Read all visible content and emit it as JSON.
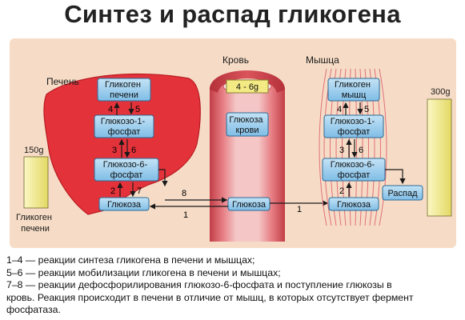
{
  "title": "Синтез и распад гликогена",
  "colors": {
    "panel_bg": "#f6dcc6",
    "liver": "#e4323a",
    "liver_edge": "#b71c22",
    "box_fill": "#8fc8ea",
    "box_edge": "#2b6a95",
    "vessel_dark": "#c33d46",
    "vessel_light": "#f2b9ba",
    "bar_fill": "#f1ec8e",
    "bar_edge": "#6f6a2a"
  },
  "diagram": {
    "liver": {
      "label": "Печень",
      "box_glycogen": [
        "Гликоген",
        "печени"
      ],
      "box_g1p": [
        "Глюкозо-1-",
        "фосфат"
      ],
      "box_g6p": [
        "Глюкозо-6-",
        "фосфат"
      ],
      "box_glucose": "Глюкоза",
      "num_4": "4",
      "num_5": "5",
      "num_3": "3",
      "num_6": "6",
      "num_2": "2",
      "num_7": "7"
    },
    "blood": {
      "label": "Кровь",
      "range": "4 - 6g",
      "box_glucose_blood": [
        "Глюкоза",
        "крови"
      ],
      "box_glucose": "Глюкоза",
      "num_8": "8",
      "num_1_left": "1",
      "num_1_right": "1"
    },
    "muscle": {
      "label": "Мышца",
      "box_glycogen": [
        "Гликоген",
        "мышц"
      ],
      "box_g1p": [
        "Глюкозо-1-",
        "фосфат"
      ],
      "box_g6p": [
        "Глюкозо-6-",
        "фосфат"
      ],
      "box_glucose": "Глюкоза",
      "box_breakdown": "Распад",
      "num_4": "4",
      "num_5": "5",
      "num_3": "3",
      "num_6": "6",
      "num_2": "2"
    },
    "liver_bar": {
      "value_label": "150g",
      "caption": [
        "Гликоген",
        "печени"
      ],
      "value": 150
    },
    "muscle_bar": {
      "value_label": "300g",
      "value": 300
    }
  },
  "legend": [
    "1–4 — реакции синтеза гликогена в печени и мышцах;",
    "5–6 — реакции мобилизации гликогена в печени и мышцах;",
    "7–8 — реакции дефосфорилирования глюкозо-6-фосфата и поступление глюкозы в",
    "кровь. Реакция происходит в печени в отличие от мышц, в которых отсутствует фермент",
    "фосфатаза."
  ]
}
